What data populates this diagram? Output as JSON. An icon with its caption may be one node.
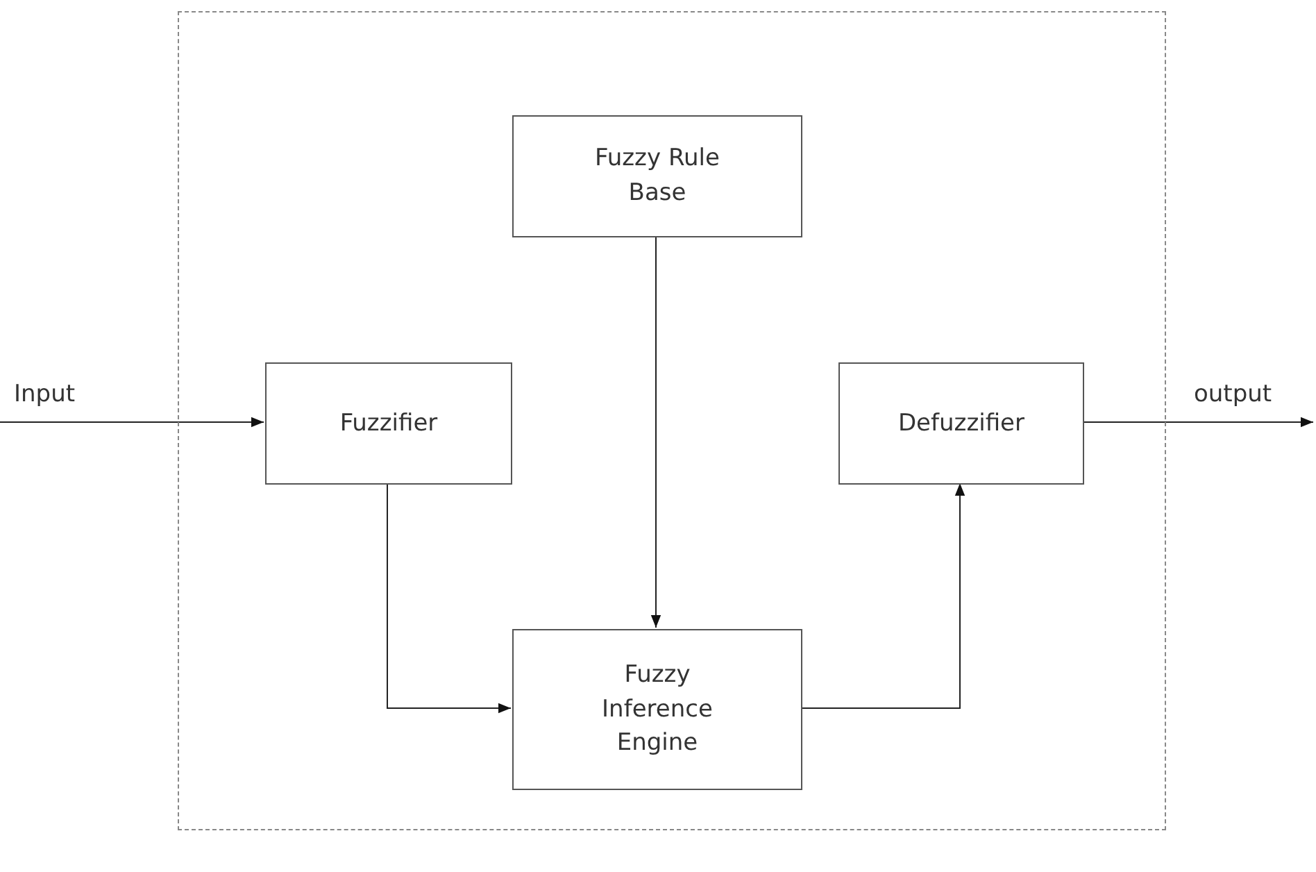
{
  "diagram": {
    "nodes": [
      {
        "text": [],
        "shape": "box"
      },
      {
        "text": [
          "Fuzzy Rule Base"
        ],
        "in": 0
      },
      {
        "text": [
          "Fuzzifier"
        ],
        "in": 0
      },
      {
        "text": [
          "Defuzzifier"
        ],
        "in": 0
      },
      {
        "text": [
          "Fuzzy Inference Engine"
        ],
        "in": 0
      }
    ],
    "edges": [
      {
        "from": null,
        "to": 2,
        "arrow": "to",
        "label": "Input"
      },
      {
        "from": 2,
        "to": 4,
        "arrow": "to"
      },
      {
        "from": 1,
        "to": 4,
        "arrow": "to"
      },
      {
        "from": 4,
        "to": 3,
        "arrow": "to"
      },
      {
        "from": 3,
        "to": null,
        "arrow": "to",
        "label": "output"
      }
    ]
  }
}
